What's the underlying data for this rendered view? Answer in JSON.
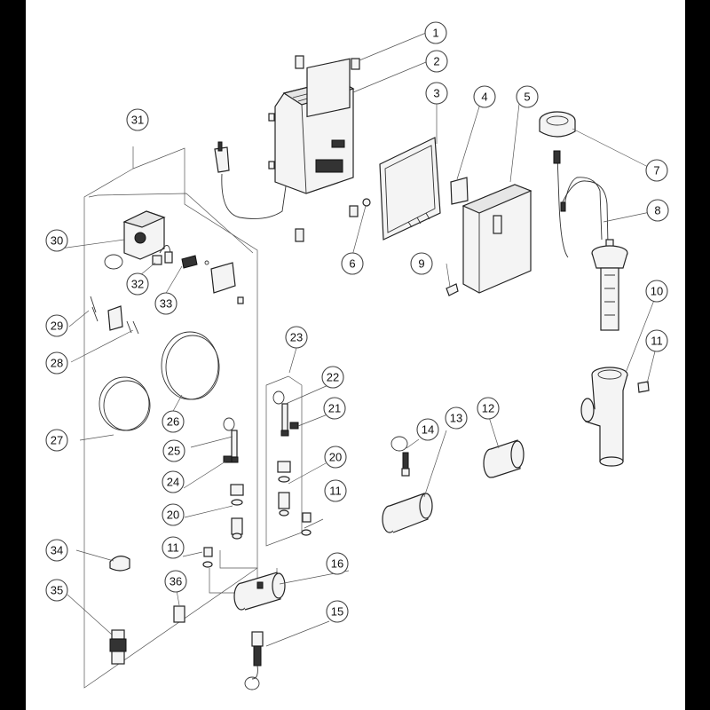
{
  "callouts": [
    "1",
    "2",
    "3",
    "4",
    "5",
    "6",
    "7",
    "8",
    "9",
    "10",
    "11",
    "12",
    "13",
    "14",
    "15",
    "16",
    "20",
    "21",
    "22",
    "23",
    "24",
    "25",
    "26",
    "27",
    "28",
    "29",
    "30",
    "31",
    "32",
    "33",
    "34",
    "35",
    "36"
  ],
  "callouts_repeat": {
    "11b": "11",
    "11c": "11",
    "20b": "20"
  }
}
